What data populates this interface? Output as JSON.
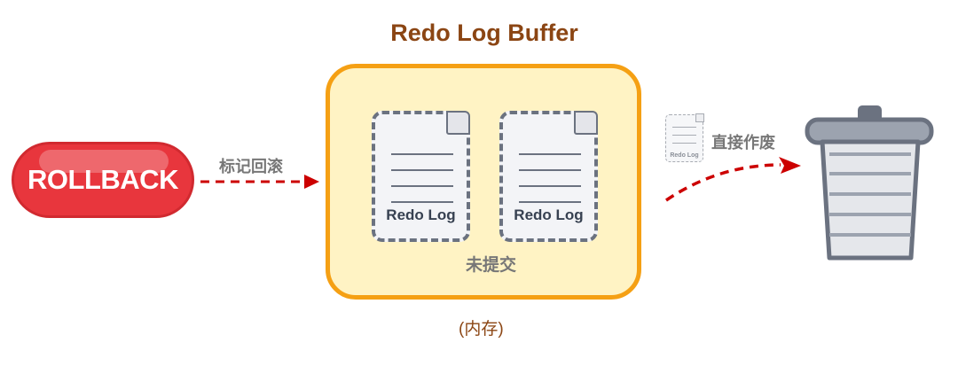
{
  "diagram": {
    "title": "Redo Log Buffer",
    "buffer": {
      "status_label": "未提交",
      "memory_label": "(内存)",
      "documents": [
        {
          "label": "Redo Log"
        },
        {
          "label": "Redo Log"
        }
      ]
    },
    "rollback": {
      "label": "ROLLBACK",
      "arrow_label": "标记回滚"
    },
    "discard": {
      "label": "直接作废",
      "document_label": "Redo Log"
    },
    "colors": {
      "title": "#8B4513",
      "buffer_border": "#F5A014",
      "buffer_fill": "#FFF3C4",
      "rollback": "#E8363D",
      "arrow": "#CC0000",
      "trash": "#6B7280"
    }
  }
}
